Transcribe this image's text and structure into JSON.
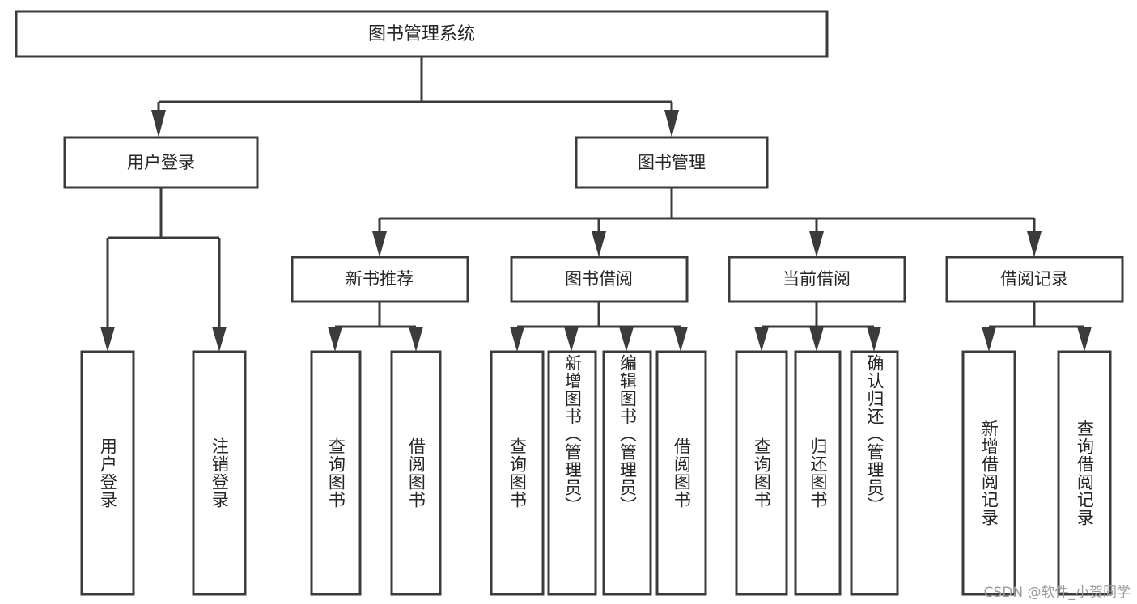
{
  "diagram": {
    "title": "图书管理系统",
    "type": "tree-hierarchy-chart",
    "root": {
      "id": "root",
      "label": "图书管理系统"
    },
    "level2": [
      {
        "id": "user-login",
        "label": "用户登录"
      },
      {
        "id": "book-manage",
        "label": "图书管理"
      }
    ],
    "level3": [
      {
        "id": "new-book-recommend",
        "label": "新书推荐",
        "parent": "book-manage"
      },
      {
        "id": "book-borrow",
        "label": "图书借阅",
        "parent": "book-manage"
      },
      {
        "id": "current-borrow",
        "label": "当前借阅",
        "parent": "book-manage"
      },
      {
        "id": "borrow-record",
        "label": "借阅记录",
        "parent": "book-manage"
      }
    ],
    "leaves": [
      {
        "id": "leaf-user-login",
        "label": "用户登录",
        "parent": "user-login"
      },
      {
        "id": "leaf-logout",
        "label": "注销登录",
        "parent": "user-login"
      },
      {
        "id": "leaf-query-book-1",
        "label": "查询图书",
        "parent": "new-book-recommend"
      },
      {
        "id": "leaf-borrow-book-1",
        "label": "借阅图书",
        "parent": "new-book-recommend"
      },
      {
        "id": "leaf-query-book-2",
        "label": "查询图书",
        "parent": "book-borrow"
      },
      {
        "id": "leaf-add-book",
        "label": "新增图书（管理员）",
        "parent": "book-borrow"
      },
      {
        "id": "leaf-edit-book",
        "label": "编辑图书（管理员）",
        "parent": "book-borrow"
      },
      {
        "id": "leaf-borrow-book-2",
        "label": "借阅图书",
        "parent": "book-borrow"
      },
      {
        "id": "leaf-query-book-3",
        "label": "查询图书",
        "parent": "current-borrow"
      },
      {
        "id": "leaf-return-book",
        "label": "归还图书",
        "parent": "current-borrow"
      },
      {
        "id": "leaf-confirm-return",
        "label": "确认归还（管理员）",
        "parent": "current-borrow"
      },
      {
        "id": "leaf-add-record",
        "label": "新增借阅记录",
        "parent": "borrow-record"
      },
      {
        "id": "leaf-query-record",
        "label": "查询借阅记录",
        "parent": "borrow-record"
      }
    ],
    "colors": {
      "stroke": "#3b3b3b",
      "fill": "#ffffff",
      "text": "#262626",
      "watermark": "#9a9a9a"
    }
  },
  "watermark": {
    "text": "CSDN @软件_小贺同学"
  }
}
